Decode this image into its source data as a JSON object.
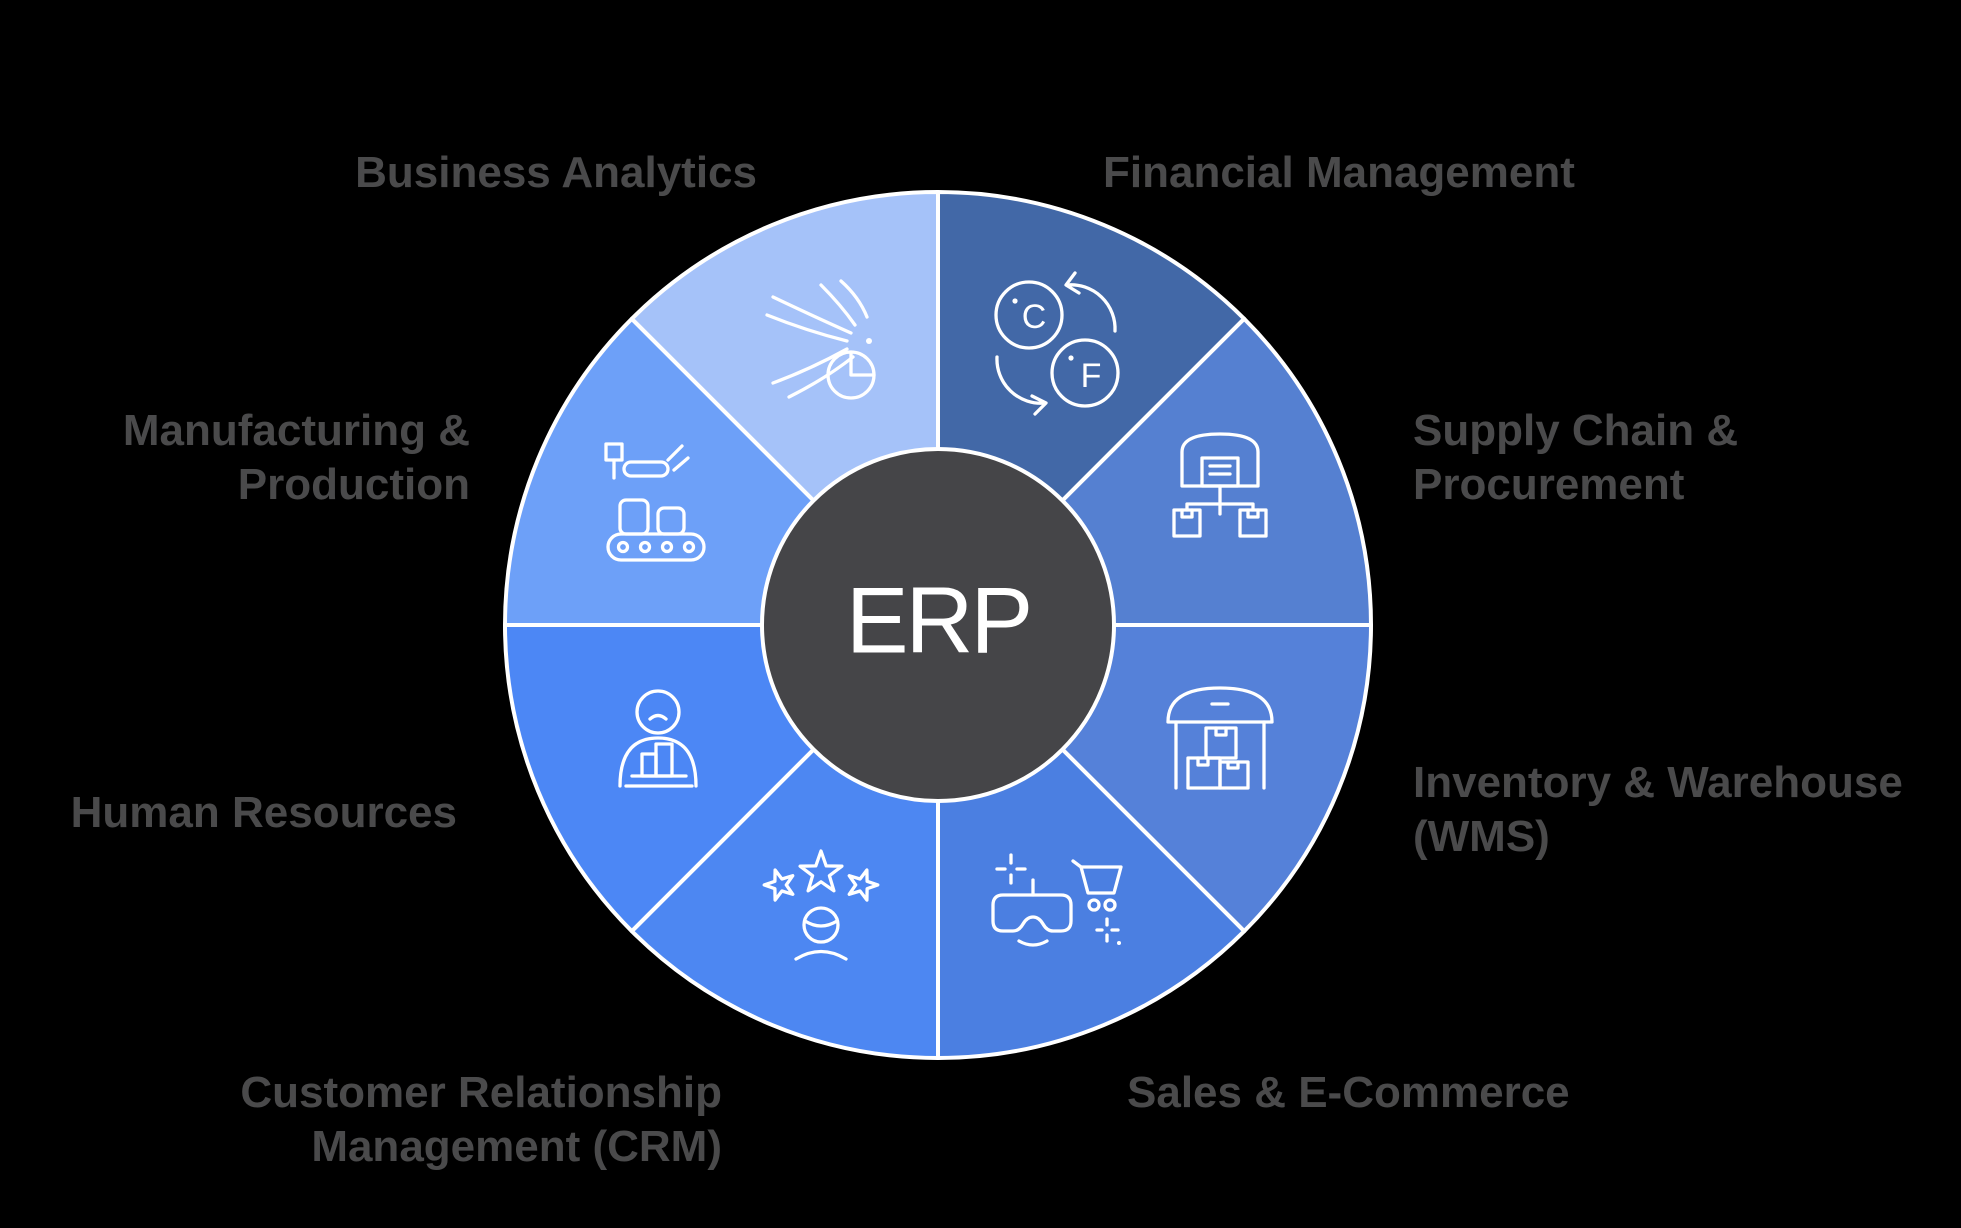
{
  "background_color": "#000000",
  "label_color": "#4A4A4B",
  "center": {
    "label": "ERP",
    "fill_color": "#454548",
    "text_color": "#FFFFFF",
    "border_color": "#FFFFFF"
  },
  "wheel": {
    "divider_color": "#FFFFFF",
    "icon_stroke_color": "#FFFFFF",
    "segments": [
      {
        "id": "financial-management",
        "label": "Financial Management",
        "label_lines": [
          "Financial Management"
        ],
        "color": "#4268A7",
        "icon": "currency-exchange-icon",
        "icon_labels": [
          "C",
          "F"
        ],
        "start_angle": 0,
        "end_angle": 45
      },
      {
        "id": "supply-chain-procurement",
        "label": "Supply Chain & Procurement",
        "label_lines": [
          "Supply Chain &",
          "Procurement"
        ],
        "color": "#5580D1",
        "icon": "warehouse-distribution-icon",
        "start_angle": 45,
        "end_angle": 90
      },
      {
        "id": "inventory-warehouse-wms",
        "label": "Inventory & Warehouse (WMS)",
        "label_lines": [
          "Inventory & Warehouse",
          "(WMS)"
        ],
        "color": "#5581D9",
        "icon": "warehouse-boxes-icon",
        "start_angle": 90,
        "end_angle": 135
      },
      {
        "id": "sales-ecommerce",
        "label": "Sales & E-Commerce",
        "label_lines": [
          "Sales & E-Commerce"
        ],
        "color": "#4B7FE1",
        "icon": "vr-shopping-icon",
        "start_angle": 135,
        "end_angle": 180
      },
      {
        "id": "customer-relationship-management-crm",
        "label": "Customer Relationship Management (CRM)",
        "label_lines": [
          "Customer Relationship",
          "Management (CRM)"
        ],
        "color": "#4D87F2",
        "icon": "customer-rating-icon",
        "start_angle": 180,
        "end_angle": 225
      },
      {
        "id": "human-resources",
        "label": "Human Resources",
        "label_lines": [
          "Human Resources"
        ],
        "color": "#4C87F5",
        "icon": "employee-chart-icon",
        "start_angle": 225,
        "end_angle": 270
      },
      {
        "id": "manufacturing-production",
        "label": "Manufacturing & Production",
        "label_lines": [
          "Manufacturing &",
          "Production"
        ],
        "color": "#6DA0F8",
        "icon": "robot-conveyor-icon",
        "start_angle": 270,
        "end_angle": 315
      },
      {
        "id": "business-analytics",
        "label": "Business Analytics",
        "label_lines": [
          "Business Analytics"
        ],
        "color": "#A5C2F9",
        "icon": "data-flow-pie-icon",
        "start_angle": 315,
        "end_angle": 360
      }
    ]
  }
}
